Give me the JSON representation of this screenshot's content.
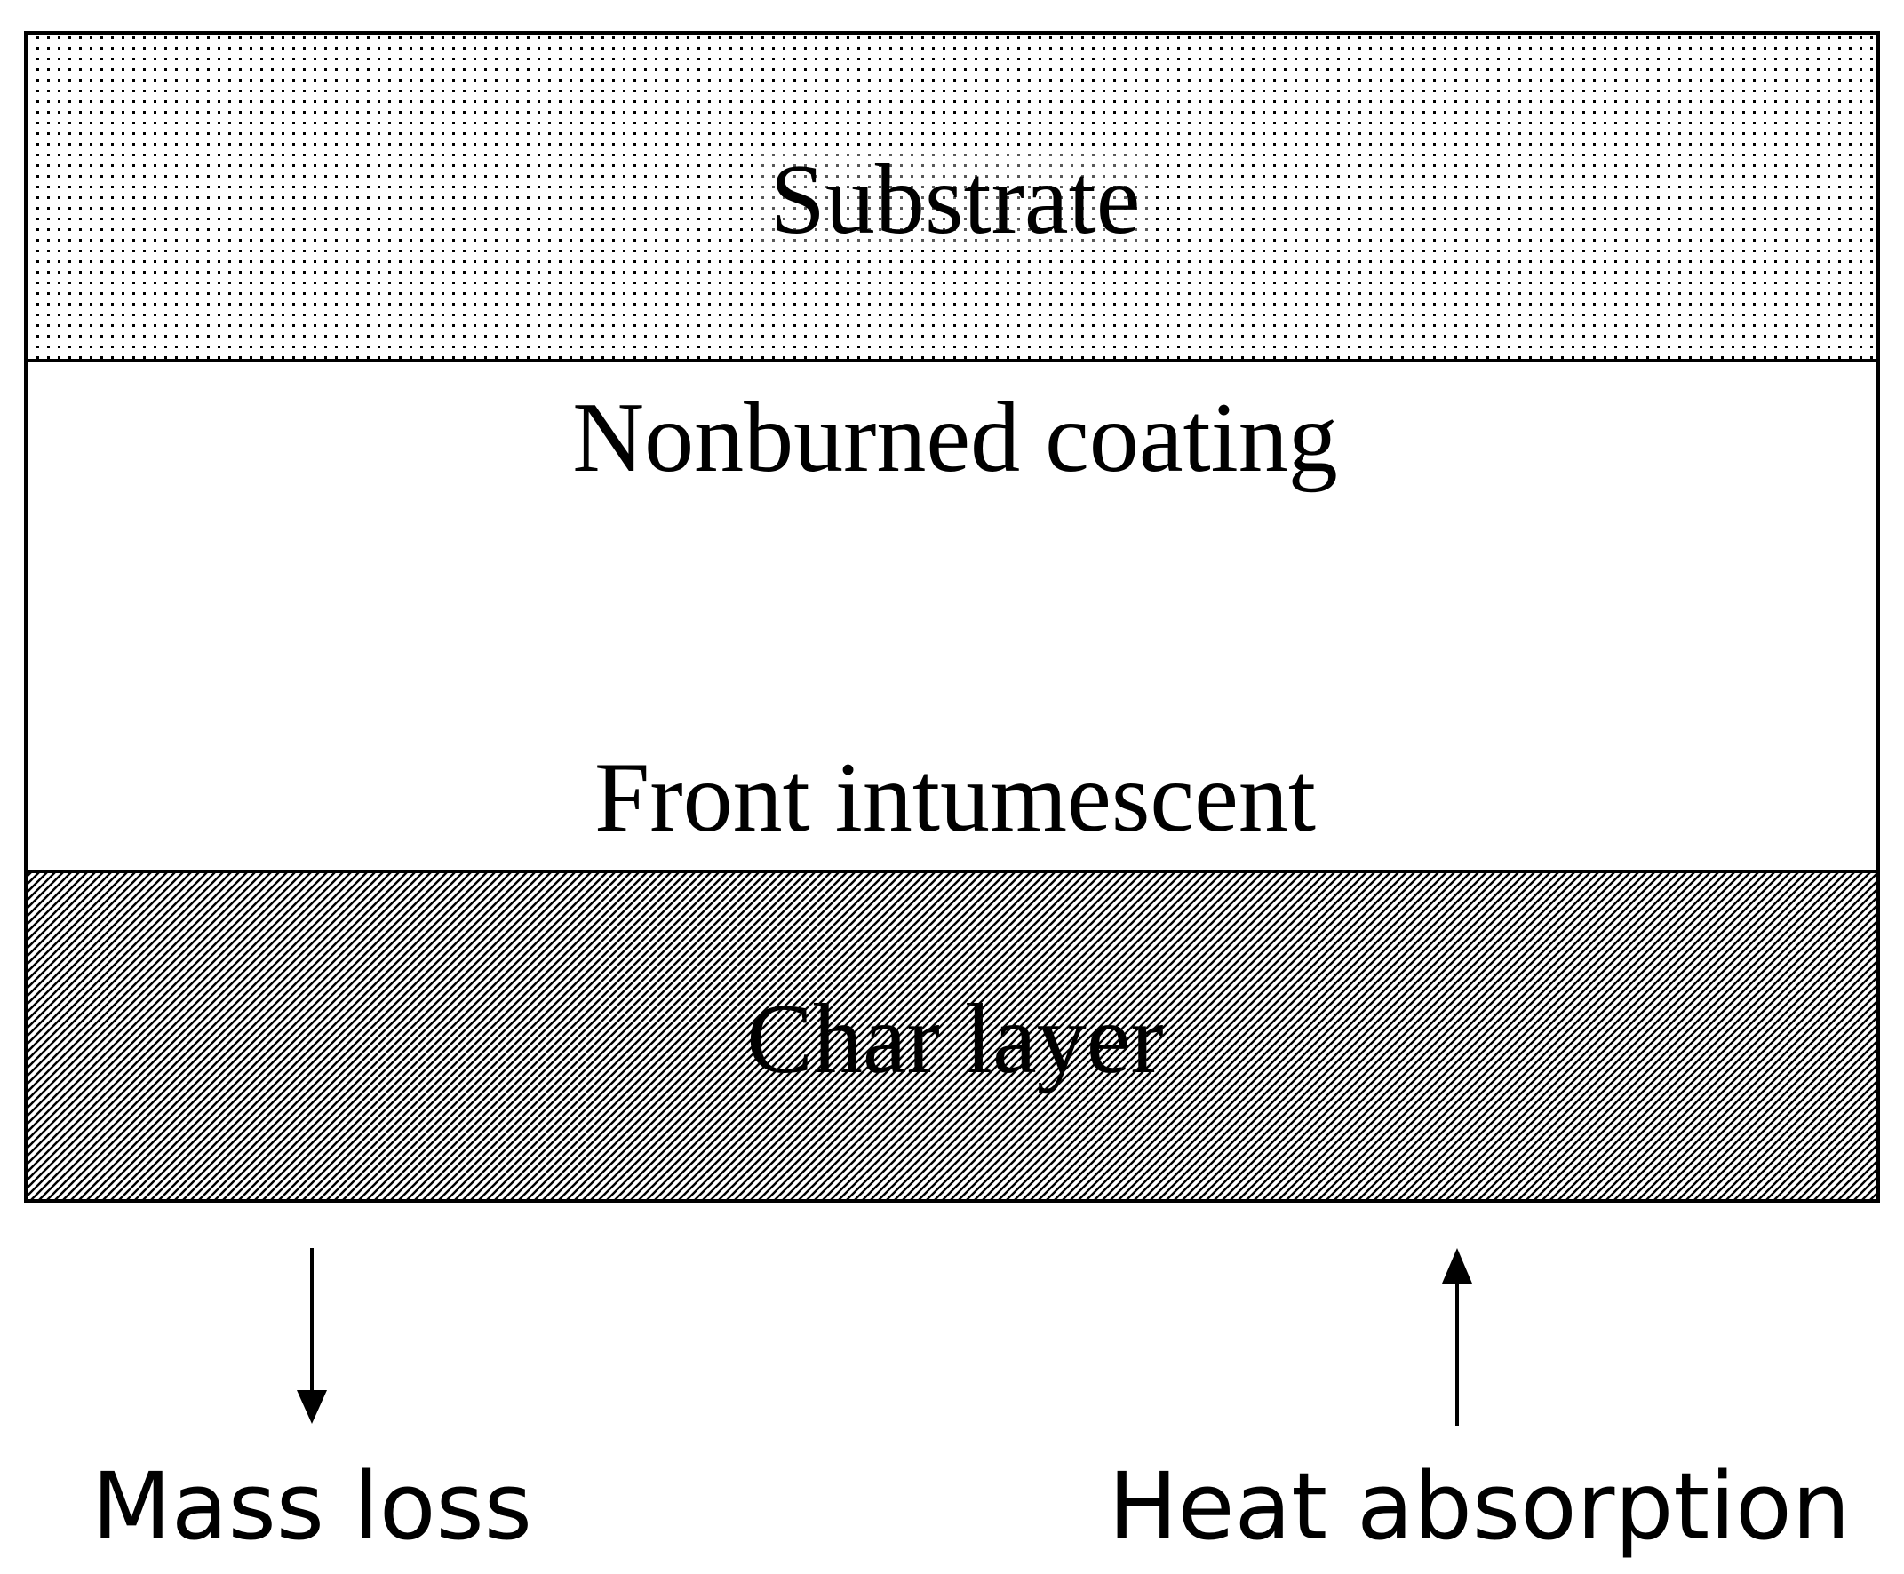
{
  "diagram": {
    "layers": {
      "substrate": {
        "label": "Substrate"
      },
      "coating": {
        "label_top": "Nonburned coating",
        "label_bottom": "Front intumescent"
      },
      "char": {
        "label": "Char layer"
      }
    },
    "arrows": {
      "mass_loss": {
        "label": "Mass loss",
        "direction": "down"
      },
      "heat_absorption": {
        "label": "Heat absorption",
        "direction": "up"
      }
    },
    "colors": {
      "stroke": "#000000",
      "background": "#ffffff"
    }
  }
}
